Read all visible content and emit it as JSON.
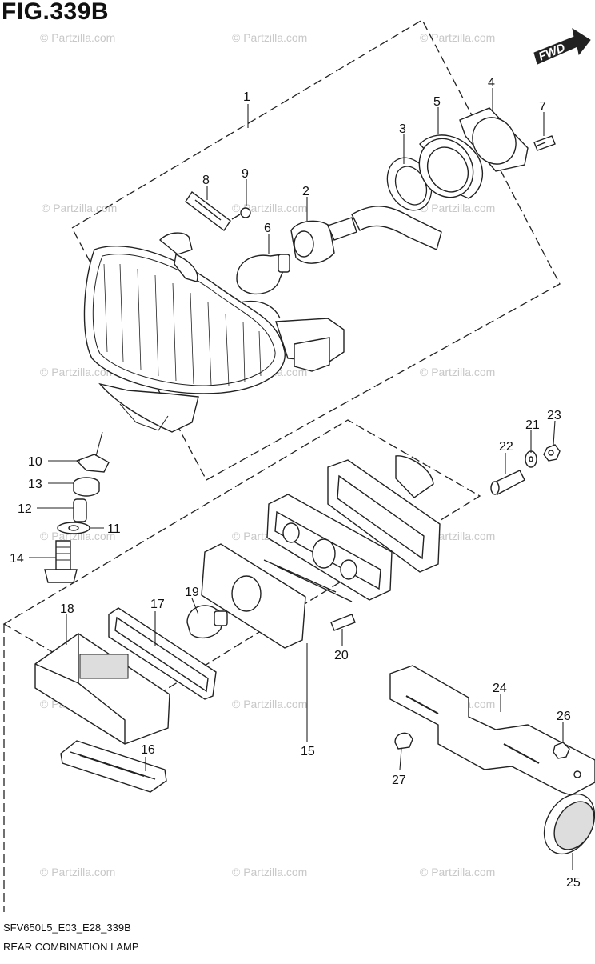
{
  "figure": {
    "title": "FIG.339B",
    "code": "SFV650L5_E03_E28_339B",
    "name": "REAR COMBINATION LAMP"
  },
  "fwd_label": "FWD",
  "watermark": "© Partzilla.com",
  "callouts": [
    "1",
    "2",
    "3",
    "4",
    "5",
    "6",
    "7",
    "8",
    "9",
    "10",
    "11",
    "12",
    "13",
    "14",
    "15",
    "16",
    "17",
    "18",
    "19",
    "20",
    "21",
    "22",
    "23",
    "24",
    "25",
    "26",
    "27"
  ],
  "icons": [
    "fwd-arrow-icon"
  ]
}
